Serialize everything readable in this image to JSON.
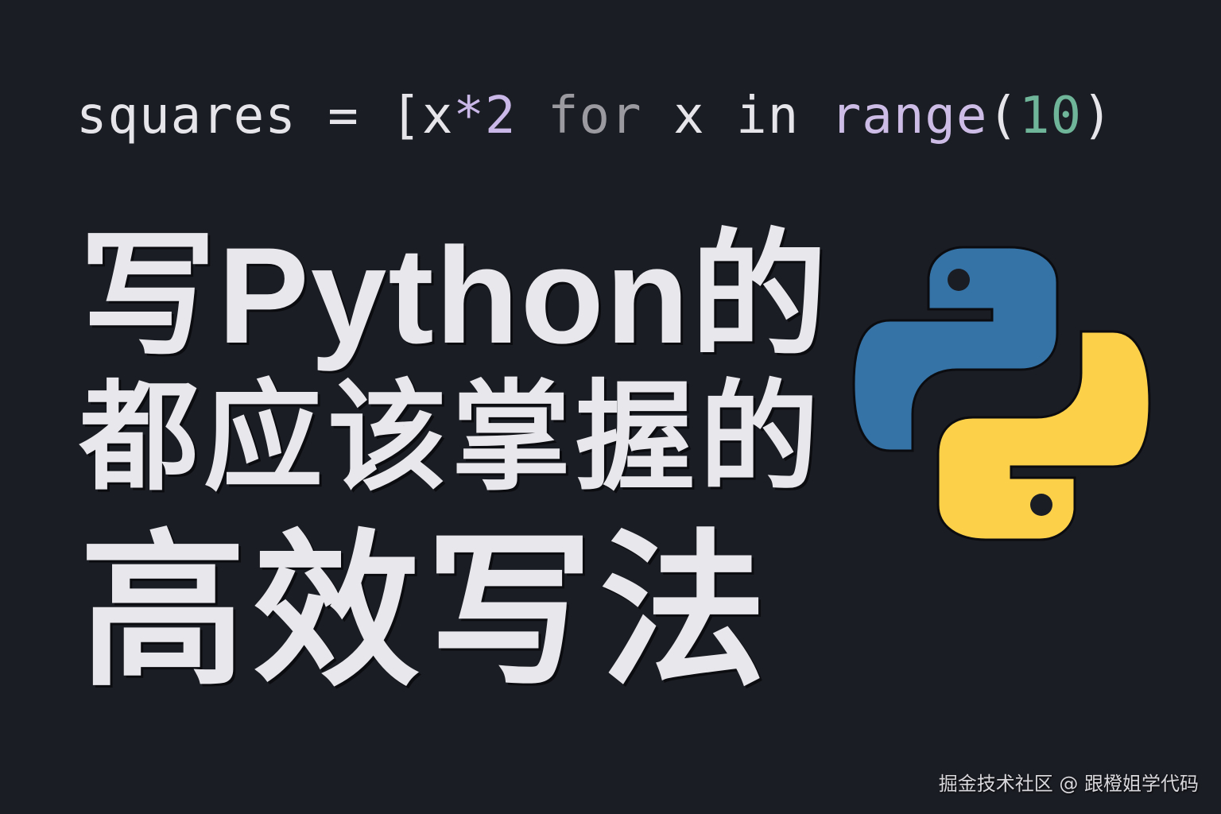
{
  "code": {
    "tokens": {
      "ident_squares": "squares",
      "eq": " = ",
      "bracket_open": "[",
      "ident_x1": "x",
      "star": "*",
      "num_2": "2",
      "sp1": " ",
      "kw_for": "for",
      "sp2": " ",
      "ident_x2": "x",
      "sp3": " ",
      "kw_in": "in",
      "sp4": " ",
      "func_range": "range",
      "paren_open": "(",
      "num_10": "10",
      "paren_close": ")"
    },
    "full_text": "squares = [x*2 for x in range(10)"
  },
  "headline": {
    "line1": "写Python的",
    "line2": "都应该掌握的",
    "line3": "高效写法"
  },
  "logo": {
    "icon": "python-logo-icon",
    "colors": {
      "blue": "#3572a5",
      "yellow": "#fdd04a",
      "eye": "#1b1d24"
    }
  },
  "watermark": {
    "text": "掘金技术社区 @ 跟橙姐学代码"
  },
  "colors": {
    "background": "#1b1d24",
    "headline_text": "#e8e8ec",
    "code_ident": "#e6e6ea",
    "code_keyword": "#9a9aa0",
    "code_func": "#cdbde6",
    "code_number": "#6fb59a"
  }
}
